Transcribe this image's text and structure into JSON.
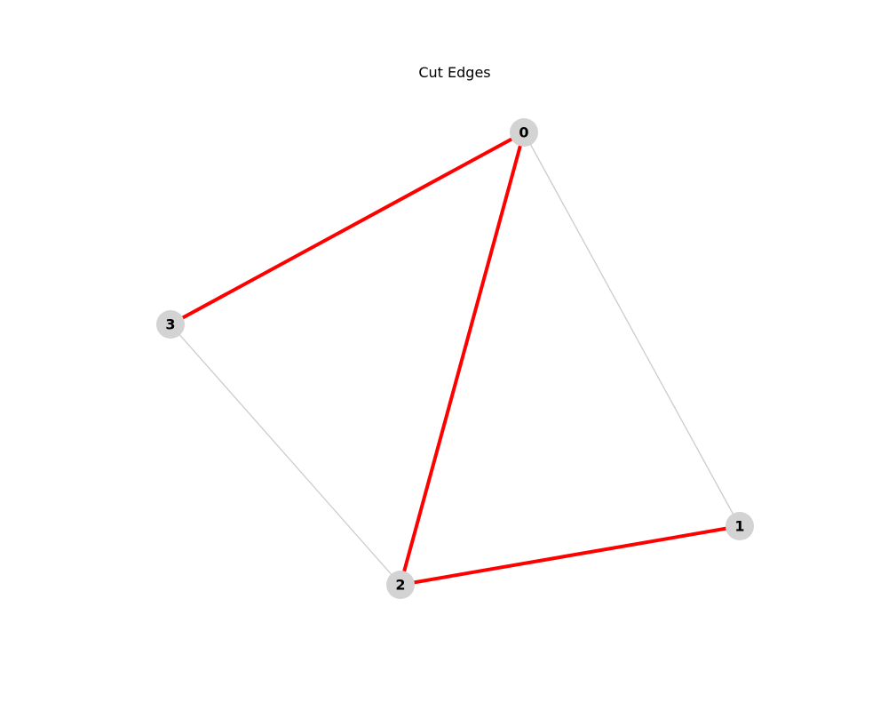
{
  "title": "Cut Edges",
  "colors": {
    "cut_edge": "#ff0000",
    "normal_edge": "#cccccc",
    "node_fill": "#d3d3d3",
    "label": "#000000",
    "background": "#ffffff"
  },
  "nodes": [
    {
      "id": "0",
      "label": "0"
    },
    {
      "id": "1",
      "label": "1"
    },
    {
      "id": "2",
      "label": "2"
    },
    {
      "id": "3",
      "label": "3"
    }
  ],
  "edges": [
    {
      "source": "0",
      "target": "3",
      "cut": true
    },
    {
      "source": "0",
      "target": "2",
      "cut": true
    },
    {
      "source": "2",
      "target": "1",
      "cut": true
    },
    {
      "source": "0",
      "target": "1",
      "cut": false
    },
    {
      "source": "3",
      "target": "2",
      "cut": false
    }
  ]
}
